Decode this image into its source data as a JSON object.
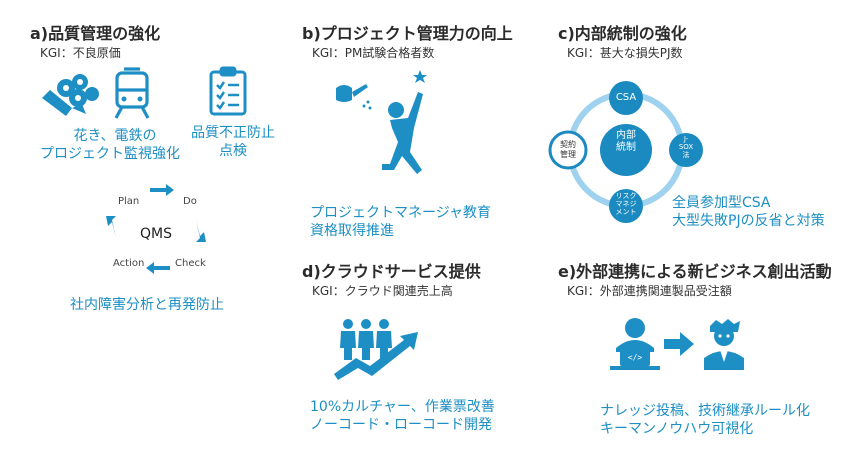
{
  "colors": {
    "primary": "#1d8fc4",
    "circle": "#1a8ac0",
    "ring": "#9ed2ee"
  },
  "sections": {
    "a": {
      "title": "a)品質管理の強化",
      "kgi": "KGI：不良原価",
      "icons": [
        "bouquet-icon",
        "train-icon",
        "checklist-icon"
      ],
      "caption1": [
        "花き、電鉄の",
        "プロジェクト監視強化"
      ],
      "caption2": [
        "品質不正防止",
        "点検"
      ],
      "qms": {
        "center": "QMS",
        "plan": "Plan",
        "do": "Do",
        "check": "Check",
        "action": "Action"
      },
      "caption3": "社内障害分析と再発防止"
    },
    "b": {
      "title": "b)プロジェクト管理力の向上",
      "kgi": "KGI：PM試験合格者数",
      "icons": [
        "watering-can-icon",
        "reaching-person-icon"
      ],
      "caption": [
        "プロジェクトマネージャ教育",
        "資格取得推進"
      ]
    },
    "c": {
      "title": "c)内部統制の強化",
      "kgi": "KGI：甚大な損失PJ数",
      "center": [
        "内部",
        "統制"
      ],
      "nodes": {
        "top": "CSA",
        "right": [
          "J-",
          "SOX",
          "法"
        ],
        "bottom": [
          "リスク",
          "マネジ",
          "メント"
        ],
        "left": [
          "契約",
          "管理"
        ]
      },
      "caption": [
        "全員参加型CSA",
        "大型失敗PJの反省と対策"
      ]
    },
    "d": {
      "title": "d)クラウドサービス提供",
      "kgi": "KGI：クラウド関連売上高",
      "icons": [
        "team-growth-icon"
      ],
      "caption": [
        "10%カルチャー、作業票改善",
        "ノーコード・ローコード開発"
      ]
    },
    "e": {
      "title": "e)外部連携による新ビジネス創出活動",
      "kgi": "KGI：外部連携関連製品受注額",
      "icons": [
        "developer-icon",
        "arrow-right-icon",
        "expert-icon"
      ],
      "caption": [
        "ナレッジ投稿、技術継承ルール化",
        "キーマンノウハウ可視化"
      ]
    }
  }
}
